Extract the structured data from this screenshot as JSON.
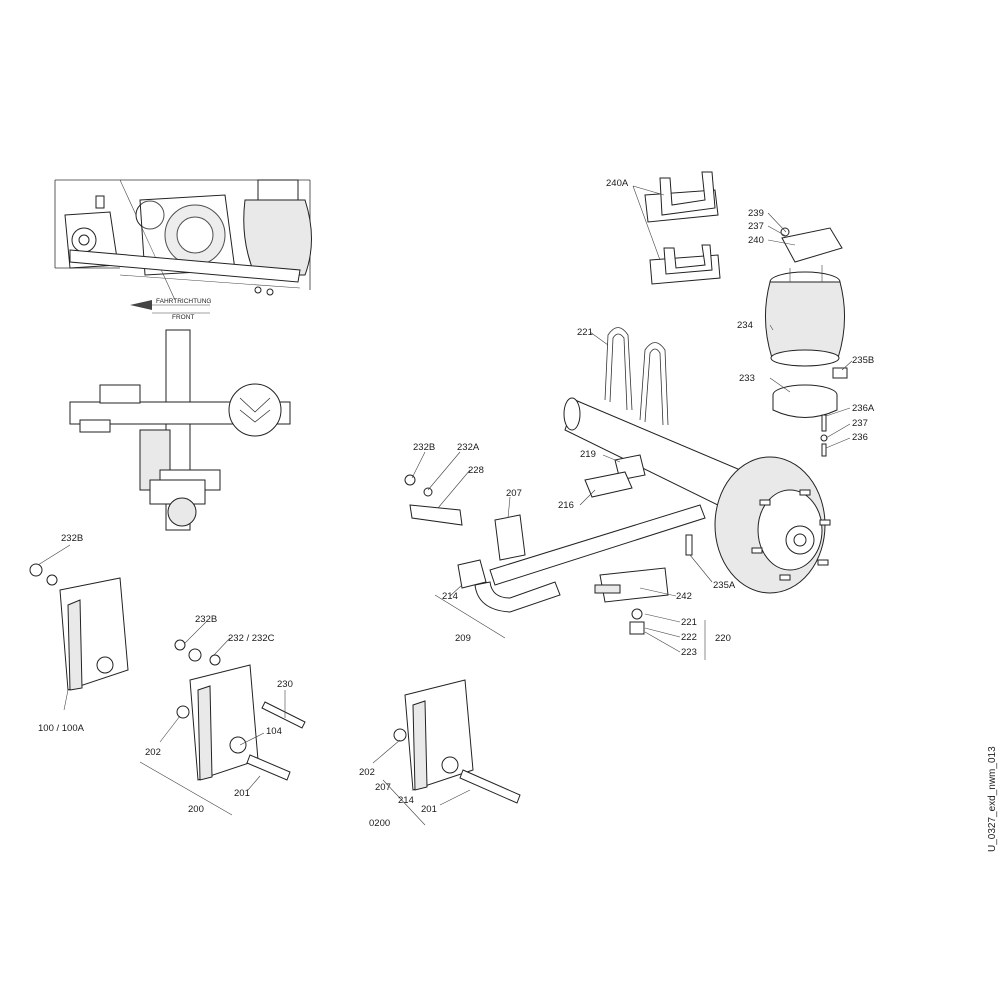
{
  "drawing_code": "U_0327_exd_nwm_013",
  "direction_label": {
    "de": "FAHRTRICHTUNG",
    "en": "FRONT"
  },
  "labels": {
    "l240A": "240A",
    "l239": "239",
    "l237a": "237",
    "l240": "240",
    "l234": "234",
    "l235B": "235B",
    "l233": "233",
    "l236A": "236A",
    "l237b": "237",
    "l236": "236",
    "l221a": "221",
    "l219": "219",
    "l216": "216",
    "l232Ba": "232B",
    "l232Aa": "232A",
    "l228": "228",
    "l207a": "207",
    "l235A": "235A",
    "l214a": "214",
    "l242": "242",
    "l209": "209",
    "l221b": "221",
    "l222": "222",
    "l223": "223",
    "l220": "220",
    "l232Bb": "232B",
    "l100": "100 / 100A",
    "l232Bc": "232B",
    "l232C": "232 / 232C",
    "l230": "230",
    "l104": "104",
    "l202a": "202",
    "l201a": "201",
    "l200": "200",
    "l202b": "202",
    "l207b": "207",
    "l214b": "214",
    "l201b": "201",
    "l0200": "0200"
  }
}
